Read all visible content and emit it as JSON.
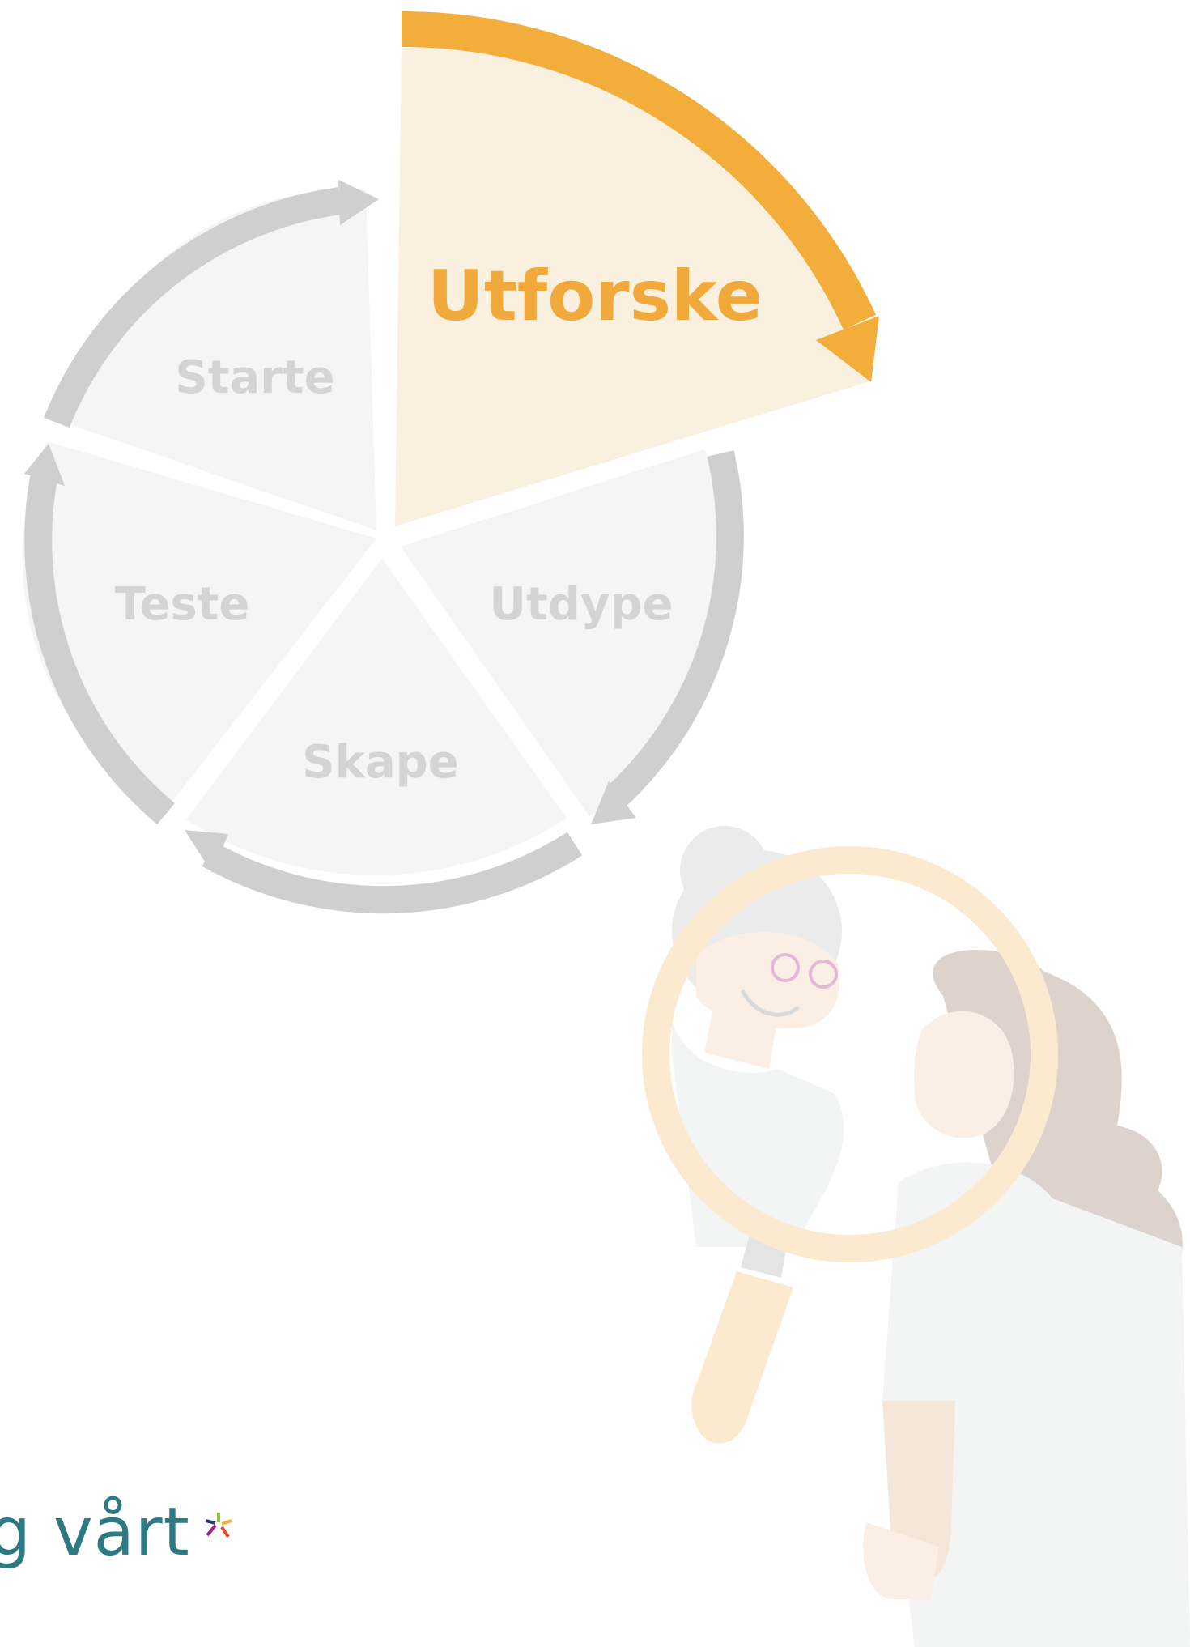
{
  "diagram": {
    "steps": [
      {
        "id": "starte",
        "label": "Starte",
        "active": false
      },
      {
        "id": "utforske",
        "label": "Utforske",
        "active": true
      },
      {
        "id": "utdype",
        "label": "Utdype",
        "active": false
      },
      {
        "id": "skape",
        "label": "Skape",
        "active": false
      },
      {
        "id": "teste",
        "label": "Teste",
        "active": false
      }
    ],
    "colors": {
      "segment_fill": "#f5f5f5",
      "segment_label": "#d4d4d4",
      "arrow_inactive": "#cfcfcf",
      "active_fill": "#faf0e0",
      "active_arrow": "#f2ad3a",
      "active_label": "#f0a93a"
    }
  },
  "illustration": {
    "subject": "two-women-with-magnifying-glass",
    "colors": {
      "magnifier_ring": "#fbe9d0",
      "hair_left": "#ebebeb",
      "hair_right": "#ddd3cc",
      "skin": "#fbeee4",
      "shirt": "#f2f5f3"
    }
  },
  "brand": {
    "text": "g vårt",
    "color": "#2d7a82",
    "star_colors": [
      "#8cc63f",
      "#f2ad3a",
      "#a3218e",
      "#2d3a78",
      "#e84a2c"
    ]
  }
}
